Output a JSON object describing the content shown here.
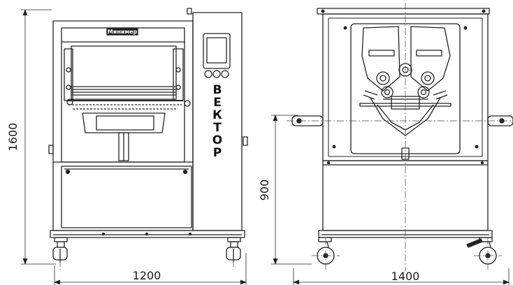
{
  "diagram": {
    "front_view": {
      "logo": "Минимер",
      "brand_letters": [
        "В",
        "Е",
        "К",
        "Т",
        "О",
        "Р"
      ],
      "width_label": "1200",
      "height_label": "1600"
    },
    "side_view": {
      "width_label": "1400",
      "height_label": "900"
    }
  }
}
